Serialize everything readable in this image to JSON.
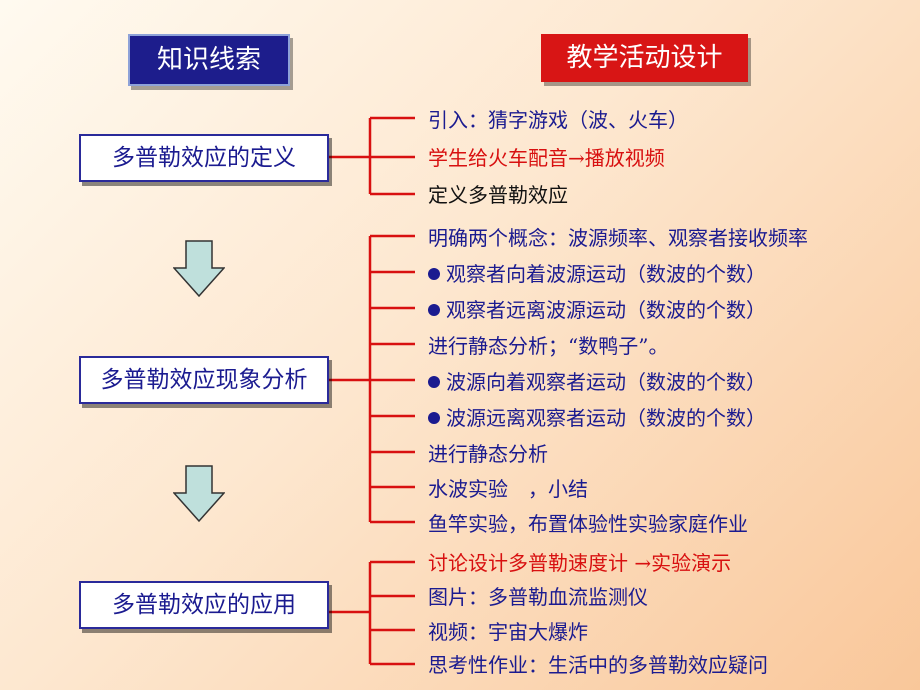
{
  "headers": {
    "left": "知识线索",
    "right": "教学活动设计"
  },
  "knowledge_boxes": [
    "多普勒效应的定义",
    "多普勒效应现象分析",
    "多普勒效应的应用"
  ],
  "activity_groups": [
    {
      "items": [
        {
          "text": "引入：猜字游戏（波、火车）",
          "color": "blue"
        },
        {
          "text": "学生给火车配音→播放视频",
          "color": "red"
        },
        {
          "text": "定义多普勒效应",
          "color": "black"
        }
      ]
    },
    {
      "items": [
        {
          "text": "明确两个概念：波源频率、观察者接收频率",
          "color": "blue"
        },
        {
          "text": "观察者向着波源运动（数波的个数）",
          "color": "blue",
          "bullet": true
        },
        {
          "text": "观察者远离波源运动（数波的个数）",
          "color": "blue",
          "bullet": true
        },
        {
          "text": "进行静态分析；“数鸭子”。",
          "color": "blue"
        },
        {
          "text": "波源向着观察者运动（数波的个数）",
          "color": "blue",
          "bullet": true
        },
        {
          "text": "波源远离观察者运动（数波的个数）",
          "color": "blue",
          "bullet": true
        },
        {
          "text": "进行静态分析",
          "color": "blue"
        },
        {
          "text": "水波实验　，小结",
          "color": "blue"
        },
        {
          "text": "鱼竿实验，布置体验性实验家庭作业",
          "color": "blue"
        }
      ]
    },
    {
      "items": [
        {
          "text": "讨论设计多普勒速度计 →实验演示",
          "color": "red"
        },
        {
          "text": "图片：多普勒血流监测仪",
          "color": "blue"
        },
        {
          "text": "视频：宇宙大爆炸",
          "color": "blue"
        },
        {
          "text": "思考性作业：生活中的多普勒效应疑问",
          "color": "blue"
        }
      ]
    }
  ],
  "colors": {
    "navy": "#1b1b90",
    "red": "#d81010",
    "arrow_fill": "#bfe0dc"
  }
}
